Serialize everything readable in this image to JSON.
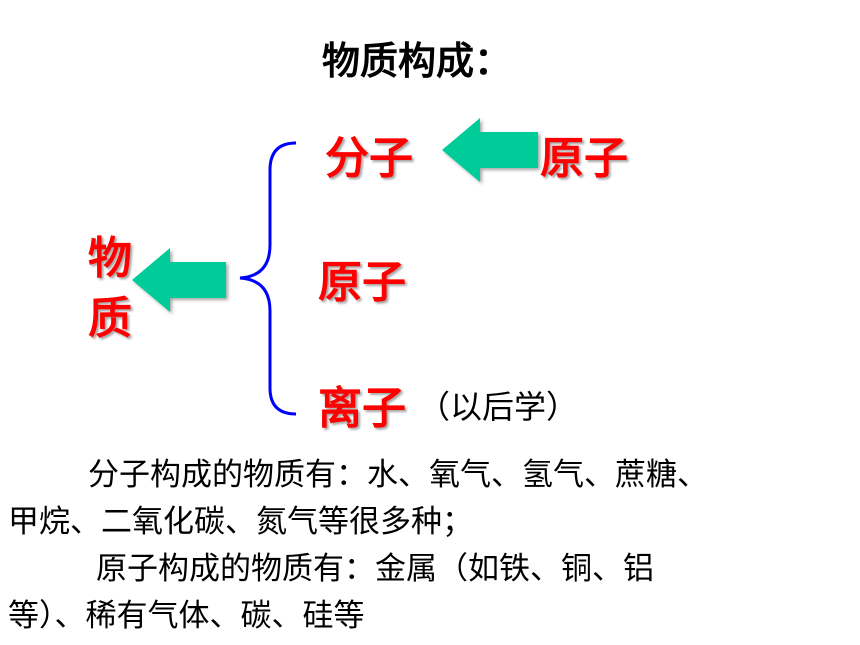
{
  "title": "物质构成：",
  "matter": {
    "char1": "物",
    "char2": "质"
  },
  "branches": {
    "molecule": "分子",
    "molecule_source": "原子",
    "atom": "原子",
    "ion": "离子",
    "ion_note": "（以后学）"
  },
  "paragraphs": [
    {
      "line1": "分子构成的物质有：水、氧气、氢气、蔗糖、",
      "line2": "甲烷、二氧化碳、氮气等很多种；"
    },
    {
      "line1": "原子构成的物质有：金属（如铁、铜、铝",
      "line2": "等）、稀有气体、碳、硅等"
    }
  ],
  "colors": {
    "label": "#ff0000",
    "arrow": "#00cc99",
    "brace": "#0000ff"
  }
}
